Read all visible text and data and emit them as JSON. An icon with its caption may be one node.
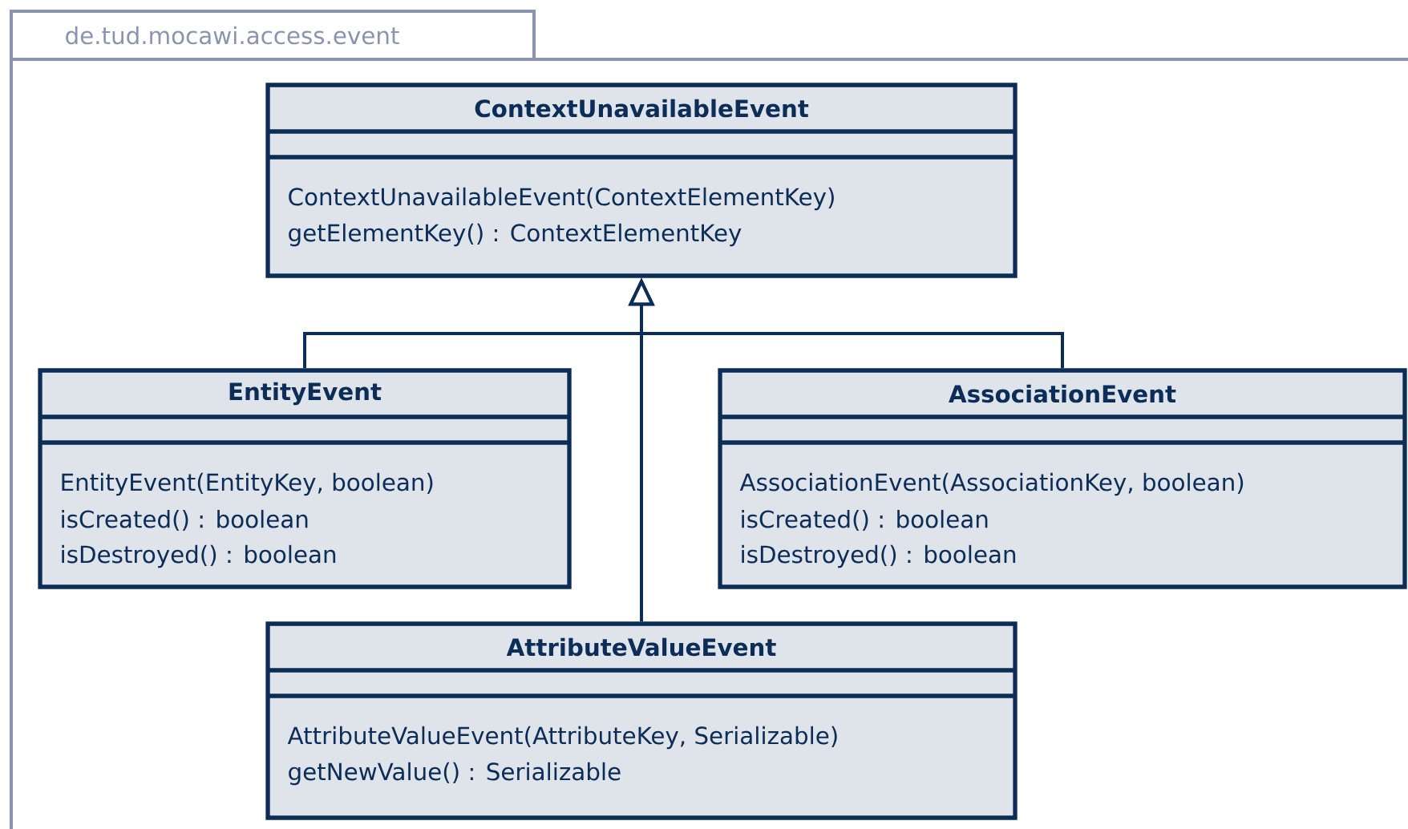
{
  "diagram": {
    "nodes": [
      {
        "text": [
          "de.tud.mocawi.access.event"
        ]
      },
      {
        "text": [
          "ContextUnavailableEvent",
          "ContextUnavailableEvent(ContextElementKey)",
          "getElementKey() : ContextElementKey"
        ],
        "in": 0
      },
      {
        "text": [
          "EntityEvent",
          "EntityEvent(EntityKey, boolean)",
          "isCreated() : boolean",
          "isDestroyed() : boolean"
        ],
        "in": 0
      },
      {
        "text": [
          "AssociationEvent",
          "AssociationEvent(AssociationKey, boolean)",
          "isCreated() : boolean",
          "isDestroyed() : boolean"
        ],
        "in": 0
      },
      {
        "text": [
          "AttributeValueEvent",
          "AttributeValueEvent(AttributeKey, Serializable)",
          "getNewValue() : Serializable"
        ],
        "in": 0
      }
    ],
    "edges": [
      {
        "from": 2,
        "to": 1,
        "arrow": "to"
      },
      {
        "from": 3,
        "to": 1,
        "arrow": "to"
      },
      {
        "from": 4,
        "to": 1,
        "arrow": "to"
      }
    ]
  }
}
